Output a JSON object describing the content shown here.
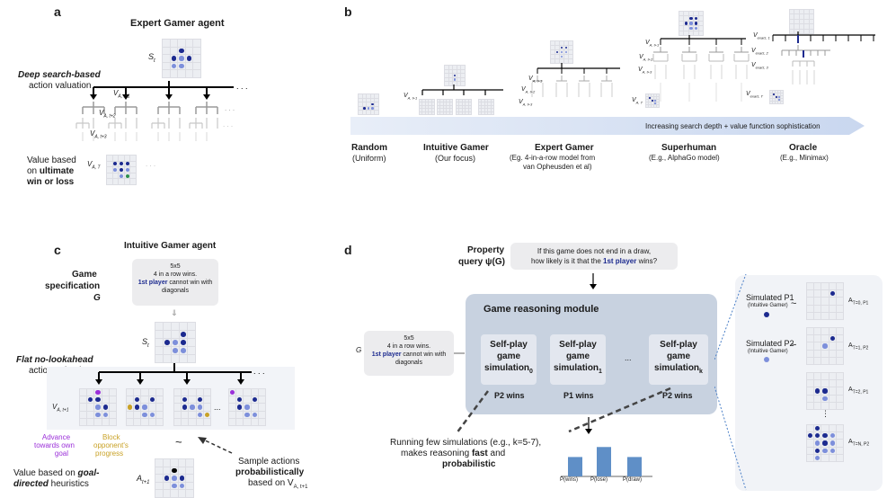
{
  "panel_a": {
    "letter": "a",
    "title": "Expert Gamer agent",
    "state_label": "S",
    "state_sub": "t",
    "label1": "Deep search-based",
    "label2": "action valuation",
    "v_t1": "V",
    "v_t1_sub": "A, t+1",
    "v_t2_sub": "A, t+2",
    "v_t3_sub": "A, t+3",
    "v_T_sub": "A, T",
    "dots": "...",
    "value_line1": "Value based",
    "value_line2_pre": "on ",
    "value_line2_bold": "ultimate",
    "value_line3": "win or loss"
  },
  "panel_b": {
    "letter": "b",
    "arrow_text": "Increasing search depth + value function sophistication",
    "agents": [
      {
        "name": "Random",
        "sub": "(Uniform)"
      },
      {
        "name": "Intuitive Gamer",
        "sub": "(Our focus)"
      },
      {
        "name": "Expert Gamer",
        "sub": "(Eg. 4-in-a-row model from",
        "sub2": "van Opheusden et al)"
      },
      {
        "name": "Superhuman",
        "sub": "(E.g., AlphaGo model)"
      },
      {
        "name": "Oracle",
        "sub": "(E.g., Minimax)"
      }
    ],
    "vexact_labels": [
      "V exact, 1",
      "V exact, 2",
      "V exact, 3",
      "V exact, T"
    ]
  },
  "panel_c": {
    "letter": "c",
    "title": "Intuitive Gamer agent",
    "game_label1": "Game",
    "game_label2": "specification",
    "game_label3": "G",
    "spec_line1": "5x5",
    "spec_line2": "4 in a row wins.",
    "spec_line3_bold": "1st player",
    "spec_line3_rest": " cannot win with",
    "spec_line4": "diagonals",
    "state_label": "S",
    "state_sub": "t",
    "flat1": "Flat no-lookahead",
    "flat2": "action valuation",
    "v_label": "V",
    "v_sub": "A, t+1",
    "dots": "...",
    "advance1": "Advance",
    "advance2": "towards own",
    "advance3": "goal",
    "block1": "Block",
    "block2": "opponent's",
    "block3": "progress",
    "tilde": "~",
    "sample1": "Sample actions",
    "sample2": "probabilistically",
    "sample3": "based on V",
    "sample3_sub": "A, t+1",
    "value1": "Value based on",
    "value1_bold": "goal-",
    "value2_bold": "directed",
    "value2_rest": " heuristics",
    "a_label": "A",
    "a_sub": "t+1"
  },
  "panel_d": {
    "letter": "d",
    "prop1": "Property",
    "prop2": "query ψ(G)",
    "query1": "If this game does not end in a draw,",
    "query2_pre": "how likely is it that the ",
    "query2_bold": "1st player",
    "query2_post": " wins?",
    "module_title": "Game reasoning module",
    "g_label": "G",
    "spec_line1": "5x5",
    "spec_line2": "4 in a row wins.",
    "spec_line3_bold": "1st player",
    "spec_line3_rest": " cannot win with",
    "spec_line4": "diagonals",
    "sims": [
      {
        "title": "Self-play game simulation",
        "sub": "0",
        "result": "P2 wins"
      },
      {
        "title": "Self-play game simulation",
        "sub": "1",
        "result": "P1 wins"
      },
      {
        "title": "Self-play game simulation",
        "sub": "k",
        "result": "P2 wins"
      }
    ],
    "sim_dots": "...",
    "running1": "Running few simulations (e.g., k=5-7),",
    "running2_pre": "makes reasoning ",
    "running2_bold": "fast",
    "running2_post": " and",
    "running3_bold": "probabilistic",
    "bars": {
      "categories": [
        "P(wins)",
        "P(lose)",
        "P(draw)"
      ],
      "values": [
        0.33,
        0.5,
        0.33
      ]
    },
    "sim_p1": "Simulated P1",
    "sim_p1_sub": "(Intuitive Gamer)",
    "sim_p2": "Simulated P2",
    "sim_p2_sub": "(Intuitive Gamer)",
    "a_labels": [
      "A T=0, P1",
      "A T=1, P2",
      "A T=2, P1",
      "A T=N, P2"
    ],
    "vdots": "⋮"
  },
  "colors": {
    "p1": "#1c2a8f",
    "p2": "#7d8fdb",
    "module_bg": "#c8d2e0",
    "arrow_bg": "#d4dff2",
    "purple": "#9b30d9",
    "gold": "#c9a227",
    "bar": "#5f8fc7",
    "green": "#2fc34a"
  }
}
